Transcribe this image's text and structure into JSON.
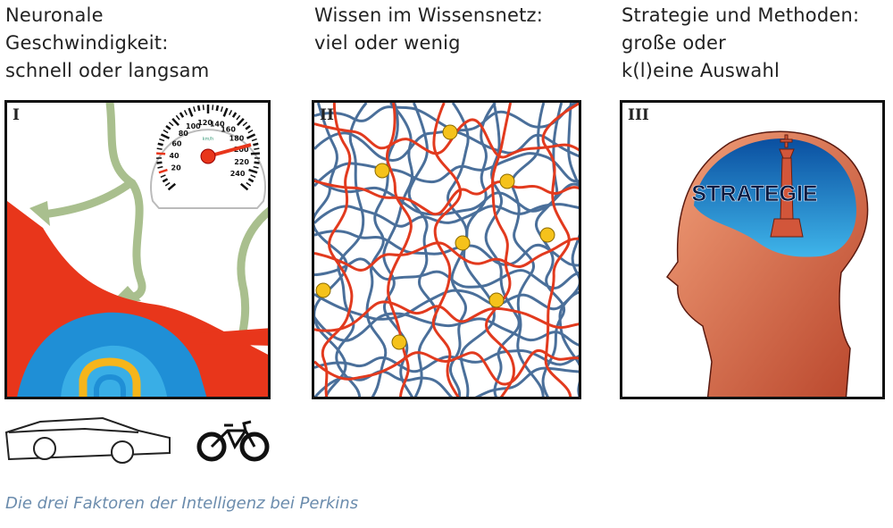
{
  "columns": [
    {
      "roman": "I",
      "heading_lines": [
        "Neuronale",
        "Geschwindigkeit:",
        "schnell oder langsam"
      ]
    },
    {
      "roman": "II",
      "heading_lines": [
        "Wissen im Wissensnetz:",
        "viel oder wenig"
      ]
    },
    {
      "roman": "III",
      "heading_lines": [
        "Strategie und Methoden:",
        "große oder",
        "k(l)eine Auswahl"
      ]
    }
  ],
  "speedometer": {
    "unit": "km/h",
    "labels": [
      "20",
      "40",
      "60",
      "80",
      "100",
      "120",
      "140",
      "160",
      "180",
      "200",
      "220",
      "240"
    ]
  },
  "strategy_label": "STRATEGIE",
  "caption": "Die drei Faktoren der Intelligenz bei Perkins",
  "colors": {
    "caption": "#6b8cad",
    "net_red": "#e23a1e",
    "net_blue": "#4a6f9a",
    "node": "#f5c21b"
  }
}
